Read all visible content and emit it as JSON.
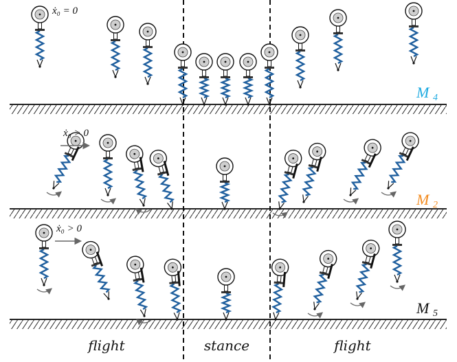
{
  "colors": {
    "spring": "#1f5f9e",
    "ground": "#222222",
    "m4": "#1aa9e0",
    "m2": "#f28a1e",
    "m5": "#111111",
    "arrow": "#666666",
    "body_fill": "#cfcfcf"
  },
  "rows": [
    {
      "model": "M",
      "model_sub": "4",
      "velocity_label": "ẋ₀ = 0",
      "hoppers": [
        {
          "tilt": 0,
          "phase": "flight",
          "rotation_arrow": false
        },
        {
          "tilt": 0,
          "phase": "flight",
          "rotation_arrow": false
        },
        {
          "tilt": 0,
          "phase": "flight",
          "rotation_arrow": false
        },
        {
          "tilt": 0,
          "phase": "touchdown",
          "rotation_arrow": false
        },
        {
          "tilt": 0,
          "phase": "stance",
          "rotation_arrow": false
        },
        {
          "tilt": 0,
          "phase": "stance",
          "rotation_arrow": false
        },
        {
          "tilt": 0,
          "phase": "stance",
          "rotation_arrow": false
        },
        {
          "tilt": 0,
          "phase": "liftoff",
          "rotation_arrow": false
        },
        {
          "tilt": 0,
          "phase": "flight",
          "rotation_arrow": false
        },
        {
          "tilt": 0,
          "phase": "flight",
          "rotation_arrow": false
        },
        {
          "tilt": 0,
          "phase": "flight",
          "rotation_arrow": false
        }
      ]
    },
    {
      "model": "M",
      "model_sub": "2",
      "velocity_label": "ẋ₀ > 0",
      "hoppers": [
        {
          "tilt": 25,
          "phase": "flight",
          "rotation_arrow": true
        },
        {
          "tilt": 0,
          "phase": "flight",
          "rotation_arrow": true
        },
        {
          "tilt": -10,
          "phase": "flight",
          "rotation_arrow": true
        },
        {
          "tilt": -15,
          "phase": "touchdown",
          "rotation_arrow": false
        },
        {
          "tilt": 0,
          "phase": "stance",
          "rotation_arrow": false
        },
        {
          "tilt": 15,
          "phase": "liftoff",
          "rotation_arrow": true
        },
        {
          "tilt": 15,
          "phase": "flight",
          "rotation_arrow": false
        },
        {
          "tilt": 25,
          "phase": "flight",
          "rotation_arrow": true
        },
        {
          "tilt": 25,
          "phase": "flight",
          "rotation_arrow": true
        }
      ]
    },
    {
      "model": "M",
      "model_sub": "5",
      "velocity_label": "ẋ₀ > 0",
      "hoppers": [
        {
          "tilt": 0,
          "phase": "flight",
          "rotation_arrow": true
        },
        {
          "tilt": -20,
          "phase": "flight",
          "rotation_arrow": false
        },
        {
          "tilt": -10,
          "phase": "flight",
          "rotation_arrow": true
        },
        {
          "tilt": -5,
          "phase": "touchdown",
          "rotation_arrow": false
        },
        {
          "tilt": 0,
          "phase": "stance",
          "rotation_arrow": false
        },
        {
          "tilt": 5,
          "phase": "liftoff",
          "rotation_arrow": false
        },
        {
          "tilt": 15,
          "phase": "flight",
          "rotation_arrow": true
        },
        {
          "tilt": 15,
          "phase": "flight",
          "rotation_arrow": true
        },
        {
          "tilt": 0,
          "phase": "flight",
          "rotation_arrow": true
        }
      ]
    }
  ],
  "phase_labels": [
    "flight",
    "stance",
    "flight"
  ]
}
